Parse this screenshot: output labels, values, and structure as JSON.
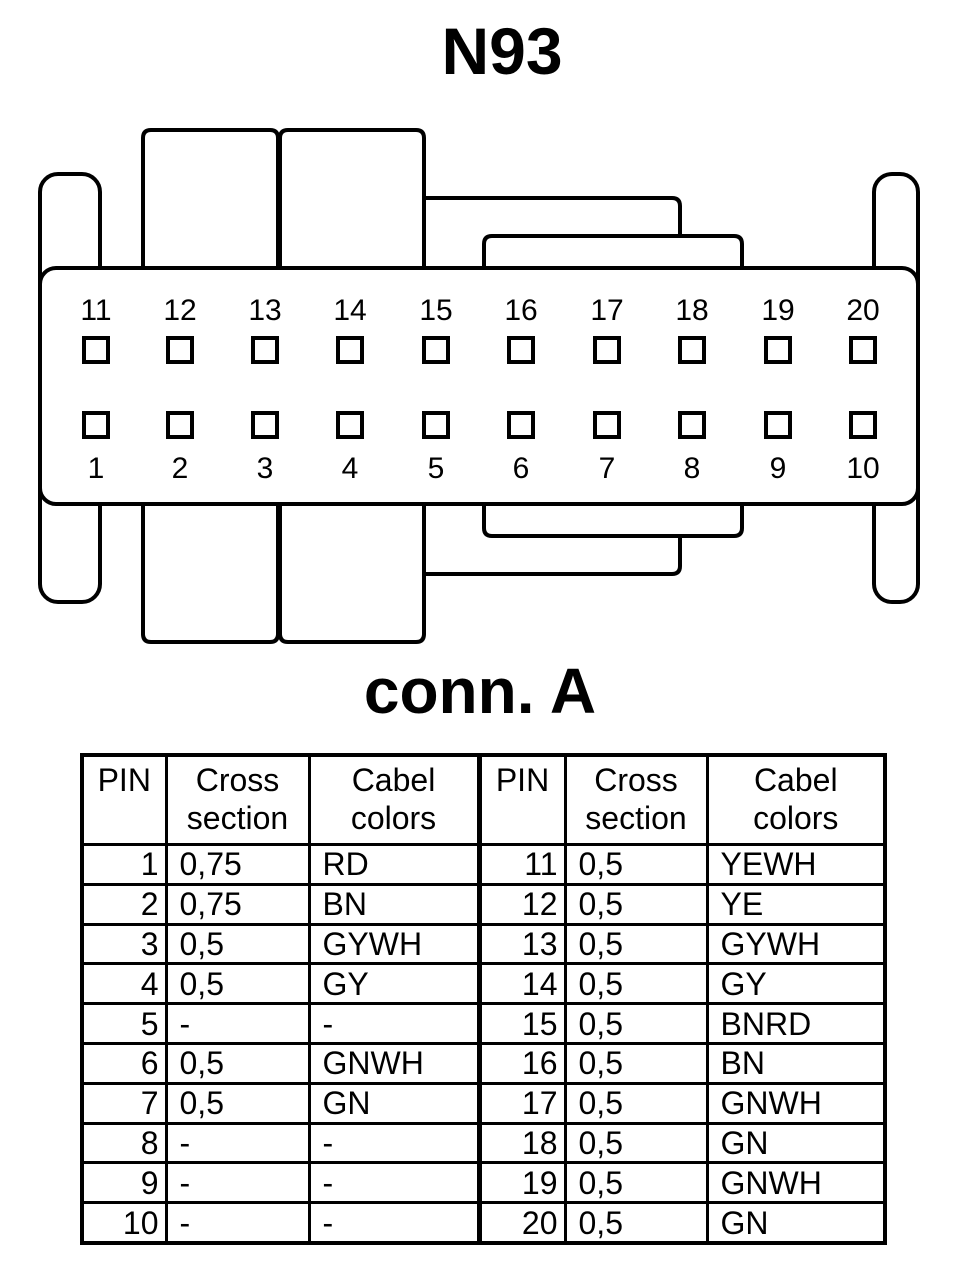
{
  "title": "N93",
  "subtitle": "conn. A",
  "connector": {
    "top_row": [
      "11",
      "12",
      "13",
      "14",
      "15",
      "16",
      "17",
      "18",
      "19",
      "20"
    ],
    "bottom_row": [
      "1",
      "2",
      "3",
      "4",
      "5",
      "6",
      "7",
      "8",
      "9",
      "10"
    ]
  },
  "table": {
    "headers": {
      "pin": "PIN",
      "cross_1": "Cross",
      "cross_2": "section",
      "colors_1": "Cabel",
      "colors_2": "colors"
    },
    "left": [
      {
        "pin": "1",
        "cross": "0,75",
        "color": "RD"
      },
      {
        "pin": "2",
        "cross": "0,75",
        "color": "BN"
      },
      {
        "pin": "3",
        "cross": "0,5",
        "color": "GYWH"
      },
      {
        "pin": "4",
        "cross": "0,5",
        "color": "GY"
      },
      {
        "pin": "5",
        "cross": "-",
        "color": "-"
      },
      {
        "pin": "6",
        "cross": "0,5",
        "color": "GNWH"
      },
      {
        "pin": "7",
        "cross": "0,5",
        "color": "GN"
      },
      {
        "pin": "8",
        "cross": "-",
        "color": "-"
      },
      {
        "pin": "9",
        "cross": "-",
        "color": "-"
      },
      {
        "pin": "10",
        "cross": "-",
        "color": "-"
      }
    ],
    "right": [
      {
        "pin": "11",
        "cross": "0,5",
        "color": "YEWH"
      },
      {
        "pin": "12",
        "cross": "0,5",
        "color": "YE"
      },
      {
        "pin": "13",
        "cross": "0,5",
        "color": "GYWH"
      },
      {
        "pin": "14",
        "cross": "0,5",
        "color": "GY"
      },
      {
        "pin": "15",
        "cross": "0,5",
        "color": "BNRD"
      },
      {
        "pin": "16",
        "cross": "0,5",
        "color": "BN"
      },
      {
        "pin": "17",
        "cross": "0,5",
        "color": "GNWH"
      },
      {
        "pin": "18",
        "cross": "0,5",
        "color": "GN"
      },
      {
        "pin": "19",
        "cross": "0,5",
        "color": "GNWH"
      },
      {
        "pin": "20",
        "cross": "0,5",
        "color": "GN"
      }
    ]
  }
}
